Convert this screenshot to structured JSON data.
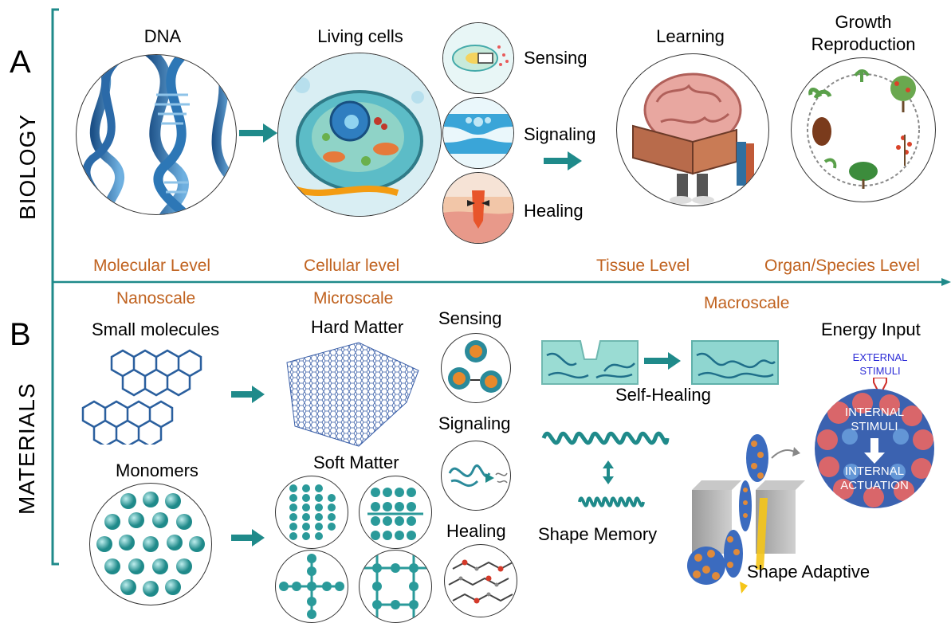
{
  "panels": {
    "a": {
      "letter": "A",
      "side_label": "BIOLOGY",
      "items": {
        "dna": "DNA",
        "living_cells": "Living cells",
        "sensing": "Sensing",
        "signaling": "Signaling",
        "healing": "Healing",
        "learning": "Learning",
        "growth": "Growth",
        "reproduction": "Reproduction"
      },
      "levels": [
        "Molecular Level",
        "Cellular level",
        "Tissue Level",
        "Organ/Species Level"
      ]
    },
    "b": {
      "letter": "B",
      "side_label": "MATERIALS",
      "scales": [
        "Nanoscale",
        "Microscale",
        "Macroscale"
      ],
      "items": {
        "small_molecules": "Small molecules",
        "monomers": "Monomers",
        "hard_matter": "Hard Matter",
        "soft_matter": "Soft Matter",
        "sensing": "Sensing",
        "signaling": "Signaling",
        "healing": "Healing",
        "self_healing": "Self-Healing",
        "shape_memory": "Shape Memory",
        "shape_adaptive": "Shape Adaptive",
        "energy_input": "Energy Input",
        "external_stimuli_1": "EXTERNAL",
        "external_stimuli_2": "STIMULI",
        "internal_stimuli_1": "INTERNAL",
        "internal_stimuli_2": "STIMULI",
        "internal_actuation_1": "INTERNAL",
        "internal_actuation_2": "ACTUATION"
      }
    }
  },
  "colors": {
    "teal": "#1f8a8a",
    "orange_label": "#c0621f",
    "blue_text": "#2b2bd6"
  }
}
